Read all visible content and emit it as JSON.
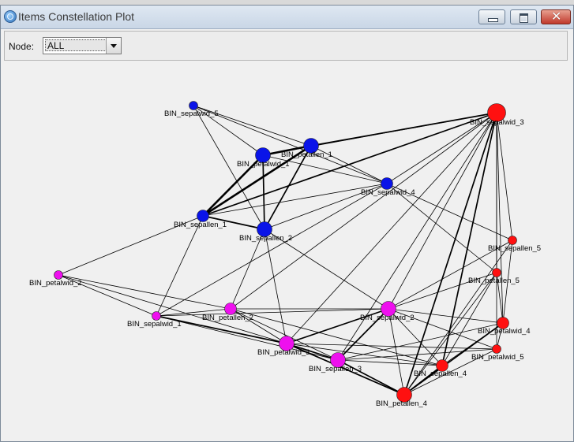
{
  "window": {
    "title": "Items Constellation Plot"
  },
  "toolbar": {
    "node_label": "Node:",
    "node_value": "ALL"
  },
  "colors": {
    "blue": "#0a14e8",
    "magenta": "#ee10ee",
    "red": "#ff1010"
  },
  "graph": {
    "nodes": [
      {
        "id": "sw5b",
        "label": "BIN_sepalwid_5",
        "color": "blue",
        "size": "small"
      },
      {
        "id": "pw1",
        "label": "BIN_petalwid_1",
        "color": "blue",
        "size": "large"
      },
      {
        "id": "pl1",
        "label": "BIN_petallen_1",
        "color": "blue",
        "size": "large"
      },
      {
        "id": "sw4",
        "label": "BIN_sepalwid_4",
        "color": "blue",
        "size": "medium"
      },
      {
        "id": "sl1",
        "label": "BIN_sepallen_1",
        "color": "blue",
        "size": "medium"
      },
      {
        "id": "sl2",
        "label": "BIN_sepallen_2",
        "color": "blue",
        "size": "large"
      },
      {
        "id": "sw3",
        "label": "BIN_sepalwid_3",
        "color": "red",
        "size": "xlarge"
      },
      {
        "id": "sl5",
        "label": "BIN_sepallen_5",
        "color": "red",
        "size": "small"
      },
      {
        "id": "pl5",
        "label": "BIN_petallen_5",
        "color": "red",
        "size": "small"
      },
      {
        "id": "pw4",
        "label": "BIN_petalwid_4",
        "color": "red",
        "size": "medium"
      },
      {
        "id": "pw5",
        "label": "BIN_petalwid_5",
        "color": "red",
        "size": "small"
      },
      {
        "id": "sl4",
        "label": "BIN_sepallen_4",
        "color": "red",
        "size": "medium"
      },
      {
        "id": "pl4",
        "label": "BIN_petallen_4",
        "color": "red",
        "size": "large"
      },
      {
        "id": "pw2",
        "label": "BIN_petalwid_2",
        "color": "magenta",
        "size": "small"
      },
      {
        "id": "sw1",
        "label": "BIN_sepalwid_1",
        "color": "magenta",
        "size": "small"
      },
      {
        "id": "pl2",
        "label": "BIN_petallen_2",
        "color": "magenta",
        "size": "medium"
      },
      {
        "id": "sw2",
        "label": "BIN_sepalwid_2",
        "color": "magenta",
        "size": "large"
      },
      {
        "id": "pw3",
        "label": "BIN_petalwid_3",
        "color": "magenta",
        "size": "large"
      },
      {
        "id": "sl3",
        "label": "BIN_sepallen_3",
        "color": "magenta",
        "size": "large"
      }
    ],
    "edges": [
      [
        "pw1",
        "pl1",
        3
      ],
      [
        "pw1",
        "sl1",
        3
      ],
      [
        "pl1",
        "sl1",
        3
      ],
      [
        "pw1",
        "sl2",
        2
      ],
      [
        "pl1",
        "sl2",
        2
      ],
      [
        "sl1",
        "sl2",
        2
      ],
      [
        "sw5b",
        "pw1",
        1
      ],
      [
        "sw5b",
        "pl1",
        1
      ],
      [
        "sw5b",
        "sl2",
        1
      ],
      [
        "sw5b",
        "sw4",
        1
      ],
      [
        "pl1",
        "sw3",
        2
      ],
      [
        "pw1",
        "sw3",
        1
      ],
      [
        "sl1",
        "sw3",
        2
      ],
      [
        "sw4",
        "sw3",
        1
      ],
      [
        "pl1",
        "sw4",
        1
      ],
      [
        "pw1",
        "sw4",
        1
      ],
      [
        "sl1",
        "sw4",
        1
      ],
      [
        "sl2",
        "sw4",
        1
      ],
      [
        "sw4",
        "sl5",
        1
      ],
      [
        "sw4",
        "pl5",
        1
      ],
      [
        "sw3",
        "pl4",
        2
      ],
      [
        "sw3",
        "sl4",
        2
      ],
      [
        "sw3",
        "pw4",
        1
      ],
      [
        "sw3",
        "pw5",
        1
      ],
      [
        "sw3",
        "pl5",
        1
      ],
      [
        "sw3",
        "sl5",
        1
      ],
      [
        "sw3",
        "sw2",
        1
      ],
      [
        "sw3",
        "pw3",
        1
      ],
      [
        "sw3",
        "sl3",
        1
      ],
      [
        "sw3",
        "pl2",
        1
      ],
      [
        "pw4",
        "pl4",
        2
      ],
      [
        "pl4",
        "sl4",
        2
      ],
      [
        "pl4",
        "pl5",
        1
      ],
      [
        "pw4",
        "pw5",
        1
      ],
      [
        "pw4",
        "sl4",
        1
      ],
      [
        "pl4",
        "pw5",
        1
      ],
      [
        "pl5",
        "sl4",
        1
      ],
      [
        "pl5",
        "pw4",
        1
      ],
      [
        "sl5",
        "pw4",
        1
      ],
      [
        "sl5",
        "pl4",
        1
      ],
      [
        "sw2",
        "pl4",
        1
      ],
      [
        "sw2",
        "sl4",
        1
      ],
      [
        "sw2",
        "pw4",
        1
      ],
      [
        "sw2",
        "pw5",
        1
      ],
      [
        "sw2",
        "pl5",
        1
      ],
      [
        "sw2",
        "sl5",
        1
      ],
      [
        "sw2",
        "pw3",
        2
      ],
      [
        "sw2",
        "sl3",
        2
      ],
      [
        "pw3",
        "sl3",
        2
      ],
      [
        "sl3",
        "pl4",
        2
      ],
      [
        "pw3",
        "pl4",
        2
      ],
      [
        "pw3",
        "sl4",
        1
      ],
      [
        "sl3",
        "sl4",
        1
      ],
      [
        "sl3",
        "pw5",
        1
      ],
      [
        "pw3",
        "pw5",
        1
      ],
      [
        "sl3",
        "pw4",
        1
      ],
      [
        "pl2",
        "pw3",
        1
      ],
      [
        "pl2",
        "sw2",
        1
      ],
      [
        "pl2",
        "sl3",
        1
      ],
      [
        "pl2",
        "sl4",
        1
      ],
      [
        "sw1",
        "pw3",
        2
      ],
      [
        "sw1",
        "sl3",
        1
      ],
      [
        "sw1",
        "pl2",
        1
      ],
      [
        "sw1",
        "sw2",
        1
      ],
      [
        "pw2",
        "sw1",
        1
      ],
      [
        "pw2",
        "pw3",
        1
      ],
      [
        "pw2",
        "pl2",
        1
      ],
      [
        "pw2",
        "sl1",
        1
      ],
      [
        "sl1",
        "sw1",
        1
      ],
      [
        "sl2",
        "pl2",
        1
      ],
      [
        "sl2",
        "pw3",
        1
      ],
      [
        "sl2",
        "sw2",
        1
      ],
      [
        "sw4",
        "sw1",
        1
      ]
    ]
  }
}
